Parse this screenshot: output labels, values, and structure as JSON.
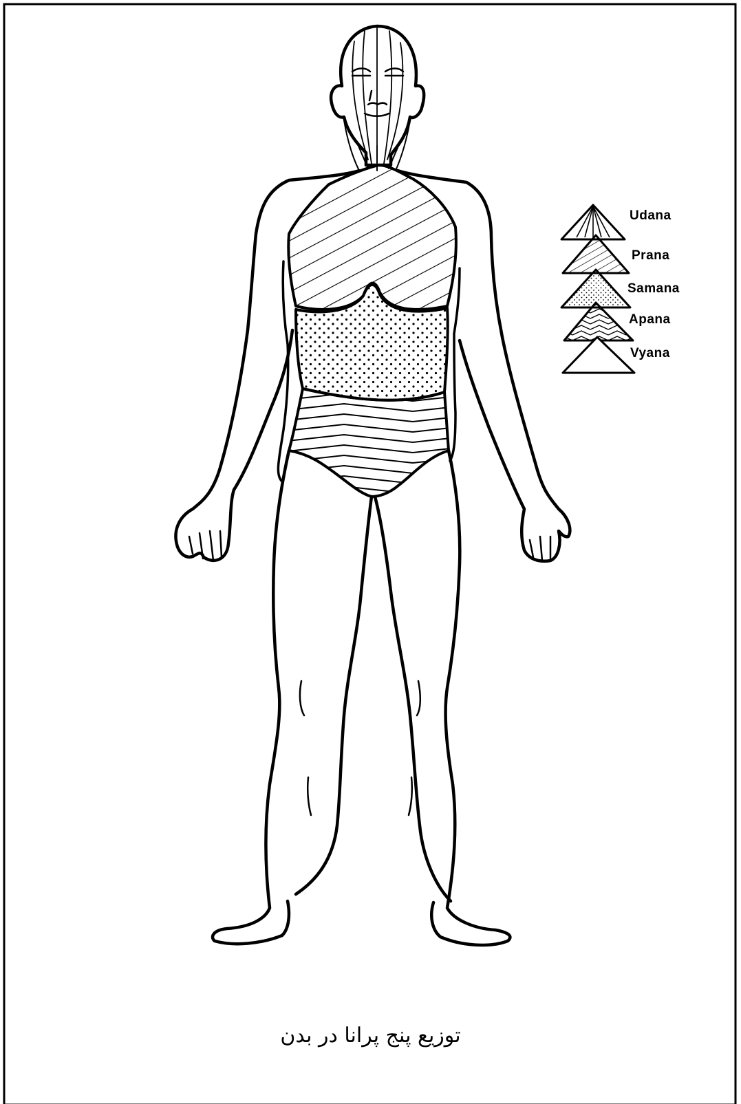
{
  "legend": {
    "items": [
      {
        "label": "Udana",
        "pattern": "radial-lines"
      },
      {
        "label": "Prana",
        "pattern": "diagonal-lines"
      },
      {
        "label": "Samana",
        "pattern": "dots"
      },
      {
        "label": "Apana",
        "pattern": "chevrons"
      },
      {
        "label": "Vyana",
        "pattern": "blank"
      }
    ]
  },
  "caption": "توزیع پنج پرانا در بدن",
  "colors": {
    "ink": "#000000",
    "paper": "#ffffff"
  }
}
